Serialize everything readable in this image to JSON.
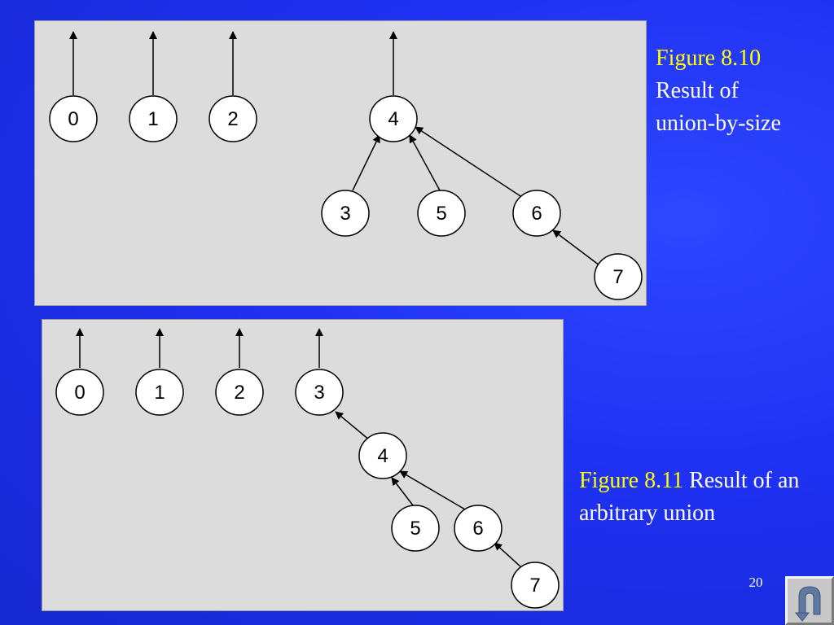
{
  "figure_top": {
    "caption_number": "Figure 8.10",
    "caption_lines": [
      "Result of",
      "union-by-size"
    ],
    "roots": [
      "0",
      "1",
      "2",
      "4"
    ],
    "nodes": [
      "0",
      "1",
      "2",
      "4",
      "3",
      "5",
      "6",
      "7"
    ],
    "edges": [
      {
        "from": "3",
        "to": "4"
      },
      {
        "from": "5",
        "to": "4"
      },
      {
        "from": "6",
        "to": "4"
      },
      {
        "from": "7",
        "to": "6"
      }
    ]
  },
  "figure_bottom": {
    "caption_number": "Figure 8.11",
    "caption_text": " Result of an arbitrary union",
    "roots": [
      "0",
      "1",
      "2",
      "3"
    ],
    "nodes": [
      "0",
      "1",
      "2",
      "3",
      "4",
      "5",
      "6",
      "7"
    ],
    "edges": [
      {
        "from": "4",
        "to": "3"
      },
      {
        "from": "5",
        "to": "4"
      },
      {
        "from": "6",
        "to": "4"
      },
      {
        "from": "7",
        "to": "6"
      }
    ]
  },
  "slide_number": "20",
  "nav": {
    "return_icon": "u-turn-return-icon",
    "colors": {
      "icon_fill": "#5f78a0"
    }
  },
  "colors": {
    "background": "#1f31f2",
    "panel": "#dcdcdc",
    "caption_number": "#ffff00",
    "caption_text": "#ffffff"
  }
}
